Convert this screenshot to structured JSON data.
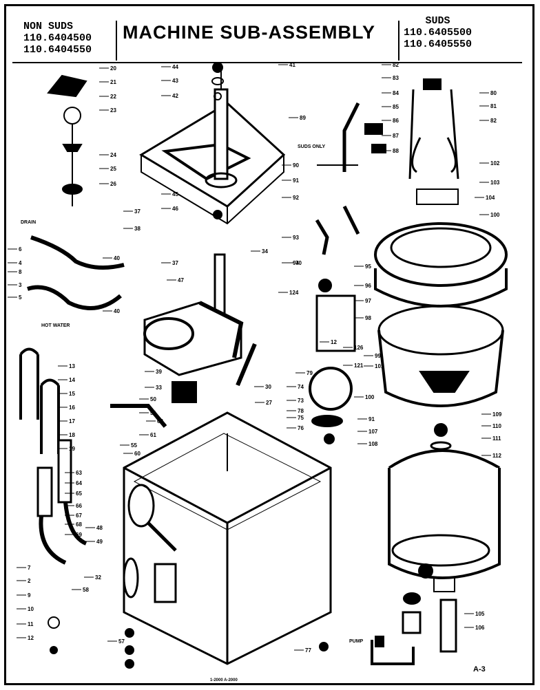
{
  "header": {
    "left_label": "NON SUDS",
    "left_models": [
      "110.6404500",
      "110.6404550"
    ],
    "title": "MACHINE SUB-ASSEMBLY",
    "right_label": "SUDS",
    "right_models": [
      "110.6405500",
      "110.6405550"
    ]
  },
  "notes": {
    "drain": "DRAIN",
    "hot_water": "HOT WATER",
    "suds_only": "SUDS ONLY",
    "pump": "PUMP"
  },
  "callouts": {
    "top_left": [
      "20",
      "21",
      "22",
      "23",
      "24",
      "25",
      "26"
    ],
    "drive_plate": [
      "44",
      "43",
      "42",
      "41",
      "45",
      "46",
      "37",
      "38",
      "34",
      "37"
    ],
    "transmission": [
      "47",
      "39",
      "33",
      "27",
      "30",
      "124"
    ],
    "hoses_left": [
      "4",
      "6",
      "5",
      "3",
      "8",
      "40",
      "40"
    ],
    "motor_area": [
      "12",
      "79",
      "73",
      "78",
      "74",
      "75",
      "76",
      "126",
      "121"
    ],
    "hoses_lower": [
      "13",
      "14",
      "15",
      "16",
      "17",
      "18",
      "19",
      "7",
      "2",
      "9",
      "10",
      "11",
      "12"
    ],
    "cabinet": [
      "50",
      "51",
      "62",
      "61",
      "55",
      "60",
      "63",
      "64",
      "65",
      "66",
      "67",
      "68",
      "69",
      "48",
      "49",
      "32",
      "58",
      "57"
    ],
    "suds_parts": [
      "82",
      "83",
      "84",
      "85",
      "86",
      "87",
      "88",
      "89",
      "90",
      "91",
      "92",
      "93",
      "94",
      "95",
      "96",
      "97",
      "98"
    ],
    "tub": [
      "80",
      "81",
      "82",
      "104",
      "103",
      "102",
      "100",
      "99",
      "101",
      "100"
    ],
    "lower_right": [
      "91",
      "107",
      "108",
      "109",
      "110",
      "111",
      "112",
      "105",
      "106",
      "70",
      "77"
    ]
  },
  "page_code": "A-3",
  "plate_id": "1-2000  A-2000"
}
